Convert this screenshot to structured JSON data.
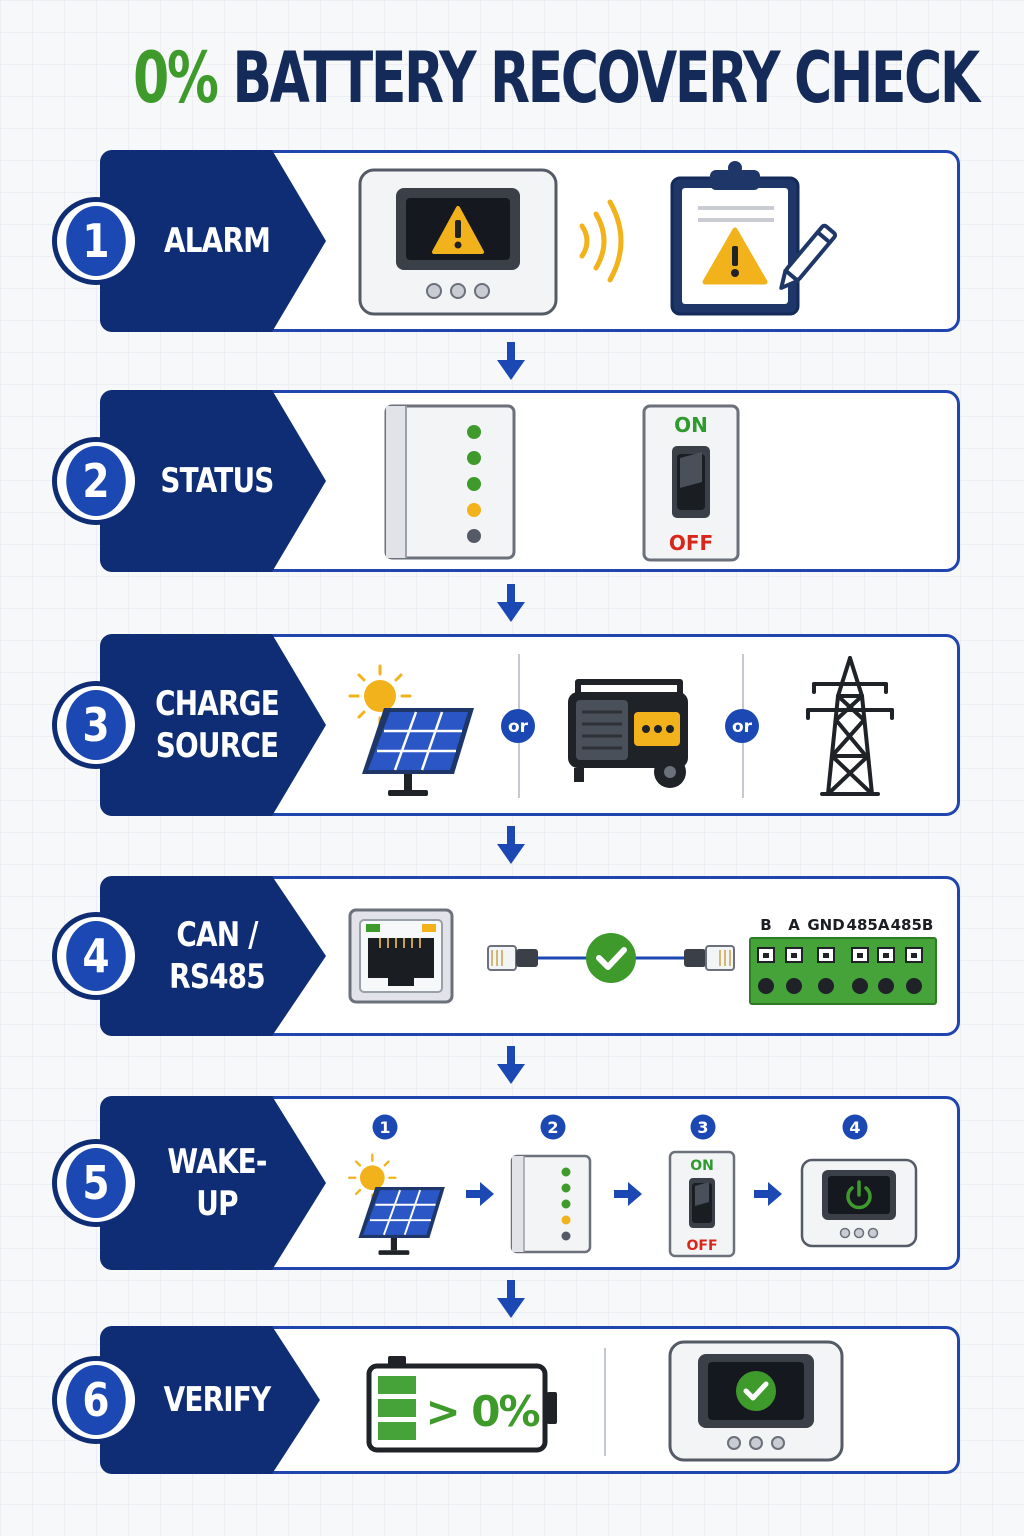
{
  "title": {
    "highlight": "0%",
    "rest": "BATTERY RECOVERY CHECK"
  },
  "colors": {
    "navy": "#0f2d74",
    "blue": "#2045ae",
    "green": "#3f9a2c",
    "amber": "#f2b21b",
    "red": "#d8261b"
  },
  "steps": [
    {
      "number": "1",
      "label": "ALARM",
      "icons": [
        "inverter-display-warning-icon",
        "signal-waves-icon",
        "clipboard-warning-icon"
      ]
    },
    {
      "number": "2",
      "label": "STATUS",
      "icons": [
        "battery-module-leds-icon",
        "breaker-switch-icon"
      ]
    },
    {
      "number": "3",
      "label": "CHARGE SOURCE",
      "icons": [
        "solar-panel-icon",
        "generator-icon",
        "power-pylon-icon"
      ]
    },
    {
      "number": "4",
      "label": "CAN / RS485",
      "icons": [
        "rj45-port-icon",
        "cable-check-icon",
        "terminal-block-icon"
      ]
    },
    {
      "number": "5",
      "label": "WAKE-UP",
      "icons": [
        "solar-panel-icon",
        "battery-module-leds-icon",
        "breaker-switch-icon",
        "inverter-power-icon"
      ]
    },
    {
      "number": "6",
      "label": "VERIFY",
      "icons": [
        "battery-level-icon",
        "inverter-check-icon"
      ]
    }
  ],
  "switch": {
    "on": "ON",
    "off": "OFF"
  },
  "separator": "or",
  "terminal_labels": [
    "B",
    "A",
    "GND",
    "485A",
    "485B"
  ],
  "wakeup_sequence": [
    "1",
    "2",
    "3",
    "4"
  ],
  "battery_reading": "> 0%"
}
